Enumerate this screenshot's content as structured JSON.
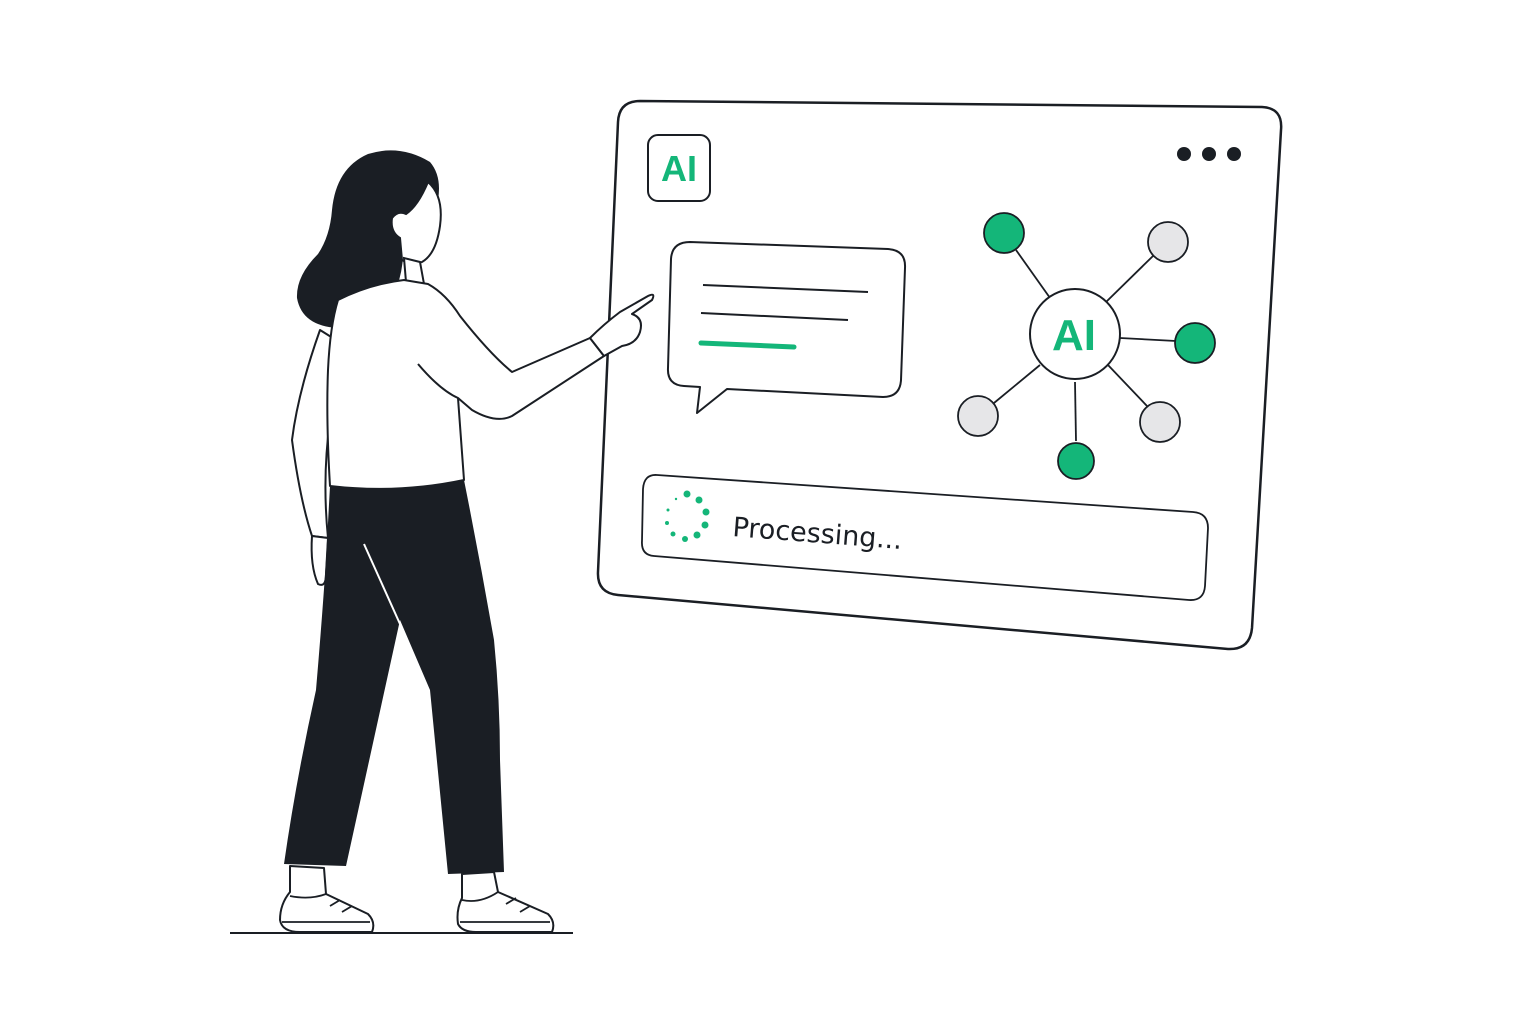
{
  "palette": {
    "ink": "#1a1e24",
    "accent": "#14b679",
    "muted_node": "#e6e6e8",
    "background": "#ffffff"
  },
  "window": {
    "badge_label": "AI",
    "menu_icon": "more-dots-icon"
  },
  "chat_bubble": {
    "icon": "chat-bubble-icon",
    "line_count": 3
  },
  "network": {
    "hub_label": "AI",
    "nodes": [
      {
        "name": "node-top-left",
        "active": true
      },
      {
        "name": "node-top-right",
        "active": false
      },
      {
        "name": "node-right",
        "active": true
      },
      {
        "name": "node-bottom-right",
        "active": false
      },
      {
        "name": "node-bottom",
        "active": true
      },
      {
        "name": "node-left",
        "active": false
      }
    ]
  },
  "status": {
    "text": "Processing...",
    "spinner_icon": "loading-spinner-icon"
  },
  "figure": {
    "icon": "person-pointing-icon"
  }
}
